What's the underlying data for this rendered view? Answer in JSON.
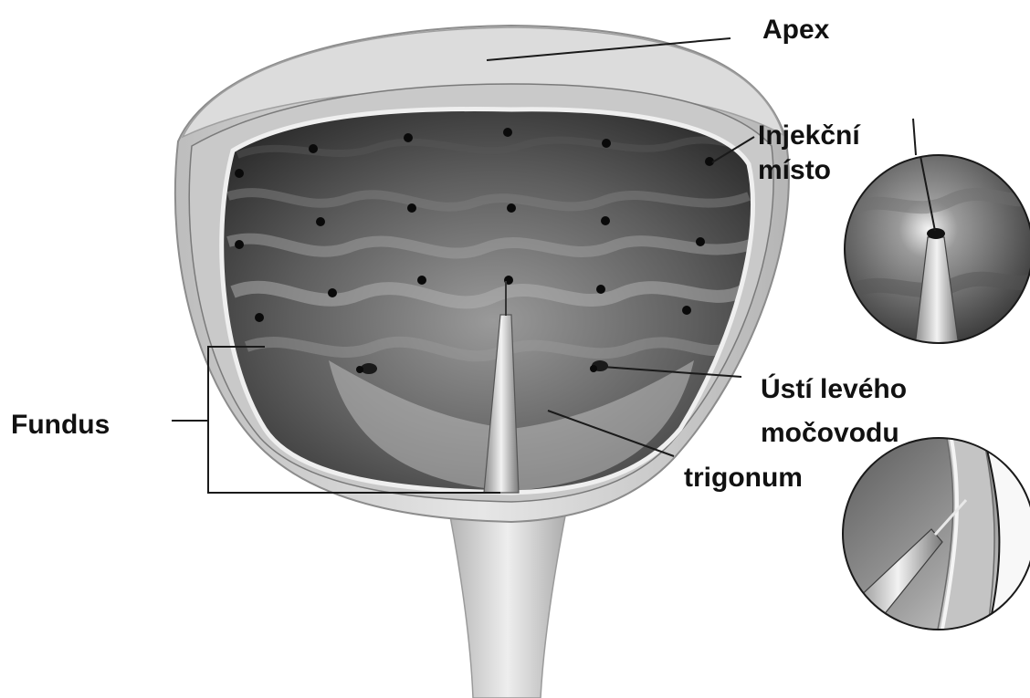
{
  "labels": {
    "apex": "Apex",
    "injection_site_line1": "Injekční",
    "injection_site_line2": "místo",
    "fundus": "Fundus",
    "ureter_orifice_line1": "Ústí levého",
    "ureter_orifice_line2": "močovodu",
    "trigonum": "trigonum"
  },
  "colors": {
    "text": "#111111",
    "leader_line": "#1a1a1a",
    "bladder_wall": "#d2d2d2",
    "lumen_dark": "#2e2e2e",
    "lumen_light": "#8a8a8a",
    "injection_dot": "#0a0a0a"
  },
  "injection_sites_count": 20
}
